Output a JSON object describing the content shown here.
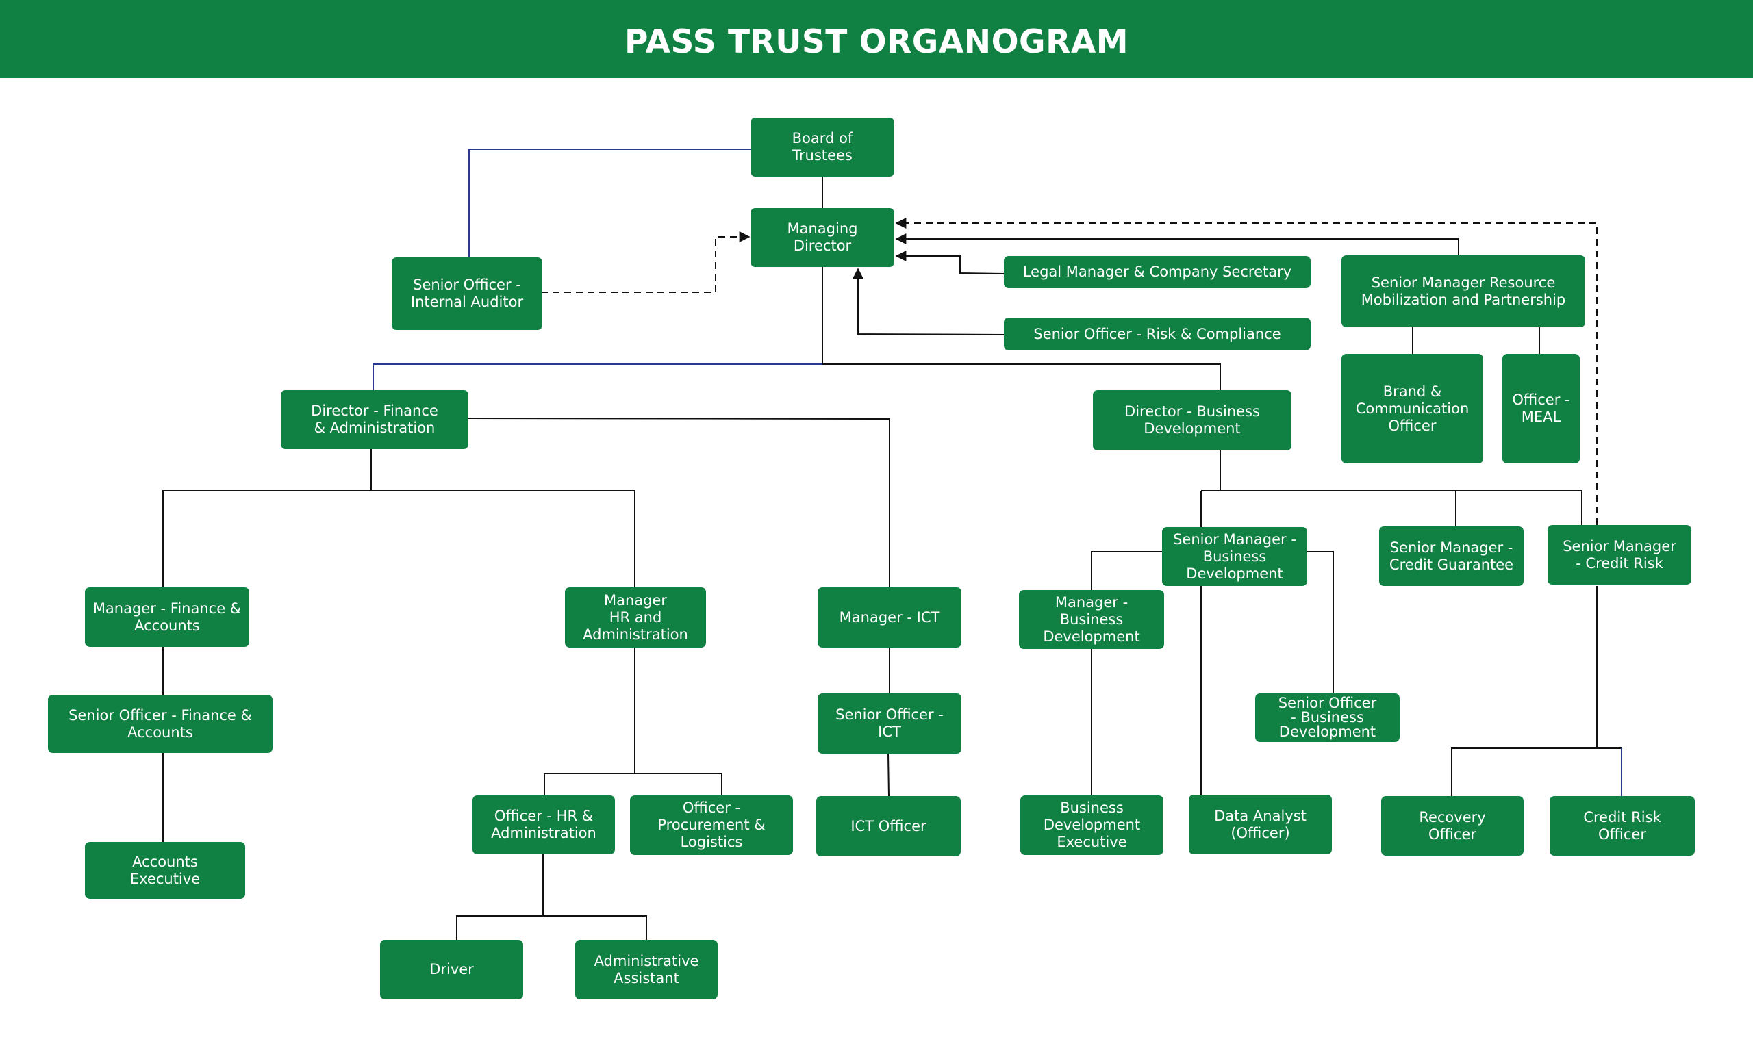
{
  "title": "PASS TRUST ORGANOGRAM",
  "colors": {
    "header": "#118143",
    "box": "#118143",
    "box_text": "#ffffff",
    "line": "#111111",
    "line_accent": "#2a3990"
  },
  "nodes": {
    "board": "Board of\nTrustees",
    "md": "Managing\nDirector",
    "internal_auditor": "Senior Officer -\nInternal Auditor",
    "legal": "Legal Manager & Company Secretary",
    "risk_compliance": "Senior Officer - Risk & Compliance",
    "sm_resource": "Senior Manager Resource\nMobilization and Partnership",
    "brand": "Brand &\nCommunication\nOfficer",
    "meal": "Officer -\nMEAL",
    "dir_finance": "Director - Finance\n& Administration",
    "dir_business": "Director - Business\nDevelopment",
    "mgr_finance": "Manager - Finance &\nAccounts",
    "so_finance": "Senior Officer - Finance &\nAccounts",
    "accounts_exec": "Accounts\nExecutive",
    "mgr_hr": "Manager\nHR and\nAdministration",
    "officer_hr": "Officer - HR &\nAdministration",
    "officer_procurement": "Officer -\nProcurement &\nLogistics",
    "driver": "Driver",
    "admin_assistant": "Administrative\nAssistant",
    "mgr_ict": "Manager - ICT",
    "so_ict": "Senior Officer -\nICT",
    "ict_officer": "ICT Officer",
    "sm_business": "Senior Manager -\nBusiness\nDevelopment",
    "mgr_business": "Manager -\nBusiness\nDevelopment",
    "bd_exec": "Business\nDevelopment\nExecutive",
    "data_analyst": "Data Analyst\n(Officer)",
    "so_business": "Senior Officer\n- Business\nDevelopment",
    "sm_credit_guarantee": "Senior Manager -\nCredit Guarantee",
    "sm_credit_risk": "Senior Manager\n- Credit Risk",
    "recovery": "Recovery\nOfficer",
    "credit_risk_officer": "Credit  Risk\nOfficer"
  }
}
